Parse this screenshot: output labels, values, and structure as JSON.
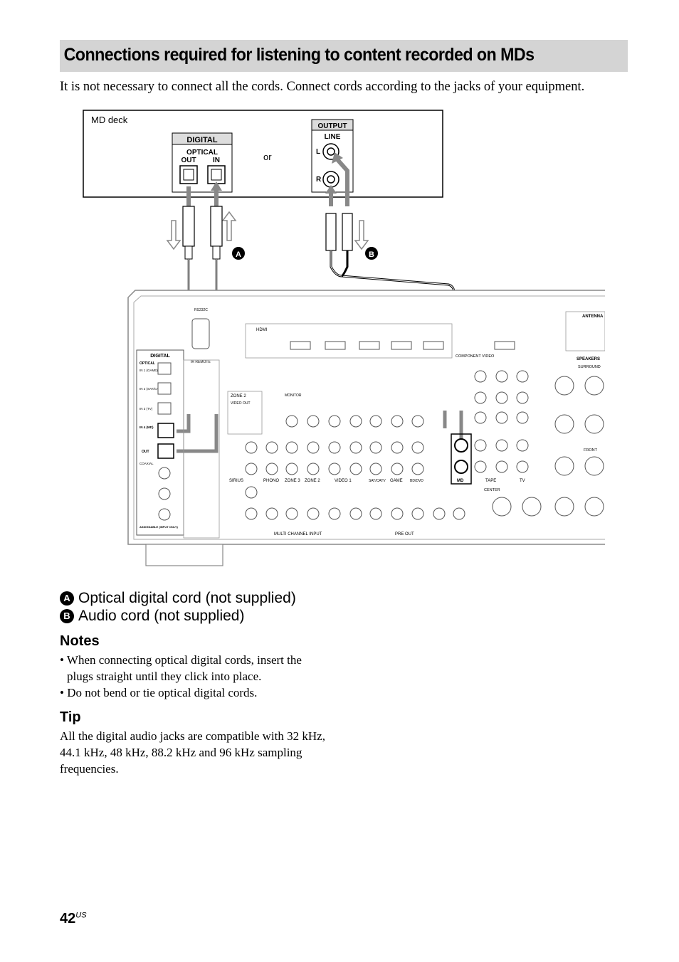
{
  "page": {
    "title": "Connections required for listening to content recorded on MDs",
    "intro": "It is not necessary to connect all the cords. Connect cords according to the jacks of your equipment.",
    "page_number": "42",
    "page_suffix": "US"
  },
  "diagram": {
    "md_deck_label": "MD deck",
    "digital_label": "DIGITAL",
    "optical_label": "OPTICAL",
    "out_label": "OUT",
    "in_label": "IN",
    "or_label": "or",
    "output_label": "OUTPUT",
    "line_label": "LINE",
    "l_label": "L",
    "r_label": "R",
    "badge_a": "A",
    "badge_b": "B",
    "receiver": {
      "digital_panel_label": "DIGITAL",
      "optical_label": "OPTICAL",
      "in1": "IN 1 (GAME)",
      "in2": "IN 2 (SAT/CATV)",
      "in3": "IN 3 (TV)",
      "in4": "IN 4 (MD)",
      "out": "OUT",
      "coaxial_label": "COAXIAL",
      "assignable": "ASSIGNABLE (INPUT ONLY)",
      "hdmi_label": "HDMI",
      "rs232c": "RS232C",
      "ir_remote": "IR REMOTE",
      "zone2": "ZONE 2",
      "video_out": "VIDEO OUT",
      "component_video": "COMPONENT VIDEO",
      "antenna": "ANTENNA",
      "sirius": "SIRIUS",
      "phono": "PHONO",
      "zone3": "ZONE 3",
      "video1": "VIDEO 1",
      "satcatv": "SAT/CATV",
      "game": "GAME",
      "bddvd": "BD/DVD",
      "md": "MD",
      "tape": "TAPE",
      "tv": "TV",
      "multi_channel_input": "MULTI CHANNEL INPUT",
      "pre_out": "PRE OUT",
      "speakers": "SPEAKERS",
      "surround": "SURROUND",
      "front": "FRONT",
      "center": "CENTER",
      "monitor": "MONITOR"
    }
  },
  "legend": [
    {
      "badge": "A",
      "text": "Optical digital cord (not supplied)"
    },
    {
      "badge": "B",
      "text": "Audio cord (not supplied)"
    }
  ],
  "notes": {
    "heading": "Notes",
    "items": [
      "When connecting optical digital cords, insert the plugs straight until they click into place.",
      "Do not bend or tie optical digital cords."
    ]
  },
  "tip": {
    "heading": "Tip",
    "text": "All the digital audio jacks are compatible with 32 kHz, 44.1 kHz, 48 kHz, 88.2 kHz and 96 kHz sampling frequencies."
  }
}
